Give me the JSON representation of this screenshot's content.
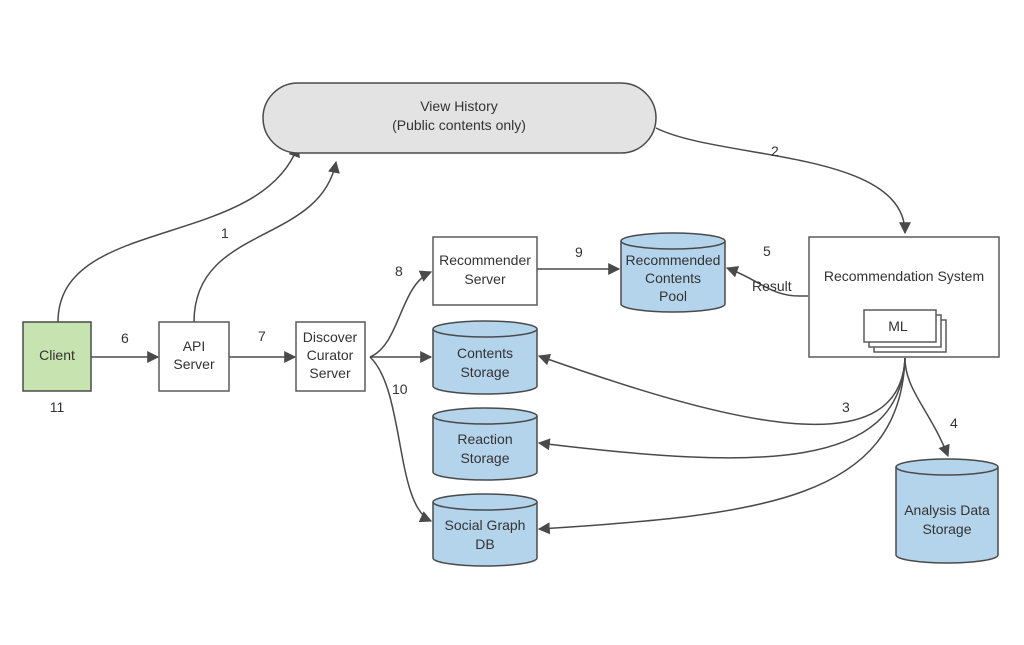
{
  "colors": {
    "client_fill": "#c6e3b0",
    "storage_fill": "#b4d4ec",
    "history_fill": "#e3e3e3",
    "stroke": "#4a4a4a"
  },
  "nodes": {
    "view_history": {
      "line1": "View History",
      "line2": "(Public contents only)"
    },
    "client": {
      "label": "Client",
      "step": "11"
    },
    "api_server": {
      "line1": "API",
      "line2": "Server"
    },
    "discover_curator": {
      "line1": "Discover",
      "line2": "Curator",
      "line3": "Server"
    },
    "recommender_server": {
      "line1": "Recommender",
      "line2": "Server"
    },
    "recommended_pool": {
      "line1": "Recommended",
      "line2": "Contents",
      "line3": "Pool"
    },
    "recommendation_system": {
      "label": "Recommendation System",
      "ml": "ML"
    },
    "contents_storage": {
      "line1": "Contents",
      "line2": "Storage"
    },
    "reaction_storage": {
      "line1": "Reaction",
      "line2": "Storage"
    },
    "social_graph_db": {
      "line1": "Social Graph",
      "line2": "DB"
    },
    "analysis_storage": {
      "line1": "Analysis Data",
      "line2": "Storage"
    }
  },
  "edges": {
    "e1": "1",
    "e2": "2",
    "e3": "3",
    "e4": "4",
    "e5": "5",
    "e6": "6",
    "e7": "7",
    "e8": "8",
    "e9": "9",
    "e10": "10",
    "result": "Result"
  }
}
